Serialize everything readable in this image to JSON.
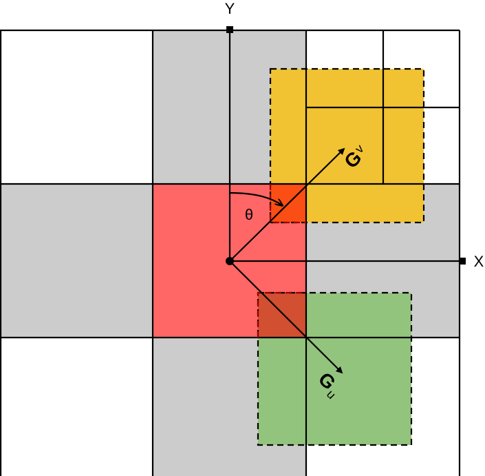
{
  "axes": {
    "x_label": "X",
    "y_label": "Y"
  },
  "angle_label": "θ",
  "vectors": {
    "gv": {
      "main": "G",
      "sub": "V"
    },
    "gu": {
      "main": "G",
      "sub": "U"
    }
  },
  "colors": {
    "gray": "#cccccc",
    "red": "#ff6666",
    "yellow": "#f1c232",
    "green": "#93c47d",
    "orange_overlap": "#fb4e14",
    "brown_overlap": "#d24f31"
  }
}
